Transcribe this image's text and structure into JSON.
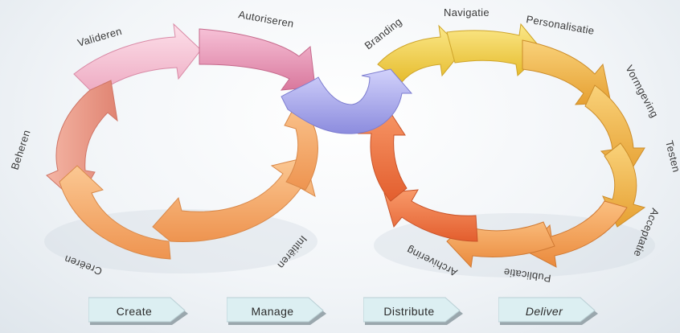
{
  "left_cycle": {
    "labels": [
      "Valideren",
      "Autoriseren",
      "Beheren",
      "Creëren",
      "Initiëren"
    ]
  },
  "right_cycle": {
    "labels": [
      "Branding",
      "Navigatie",
      "Personalisatie",
      "Vormgeving",
      "Testen",
      "Acceptatie",
      "Publicatie",
      "Archivering"
    ]
  },
  "phases": [
    {
      "label": "Create"
    },
    {
      "label": "Manage"
    },
    {
      "label": "Distribute"
    },
    {
      "label": "Deliver"
    }
  ],
  "colors": {
    "left_top": "#e99ab6",
    "left_pink_light": "#f8c9d8",
    "left_salmon": "#ee9a8a",
    "left_orange": "#f6aa6e",
    "center_blue": "#a9a9ec",
    "right_yellow": "#f2d34a",
    "right_gold": "#f3b640",
    "right_orange": "#f4a04e",
    "right_red": "#ee7040",
    "phase_box": "#dceff2"
  }
}
